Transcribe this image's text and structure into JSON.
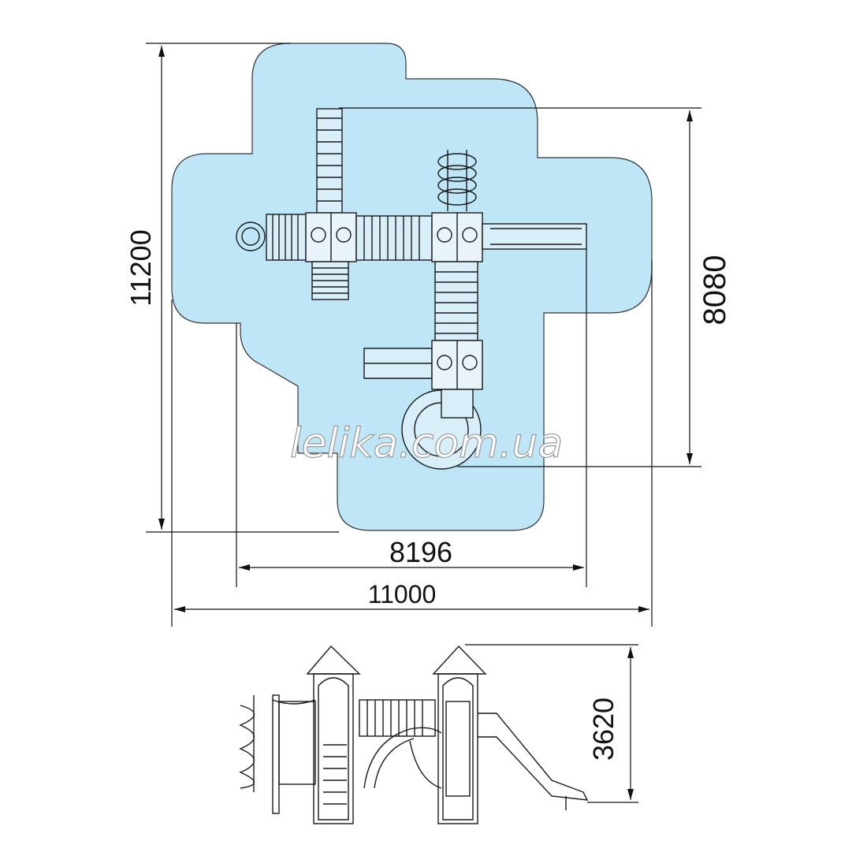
{
  "dimensions": {
    "total_height": "11200",
    "total_width": "11000",
    "structure_width": "8196",
    "structure_height": "8080",
    "tower_height": "3620"
  },
  "watermark": "lelika.com.ua",
  "colors": {
    "safety_zone_fill": "#bfe6f7",
    "line": "#1a1a1a",
    "dimension_line": "#111111"
  }
}
